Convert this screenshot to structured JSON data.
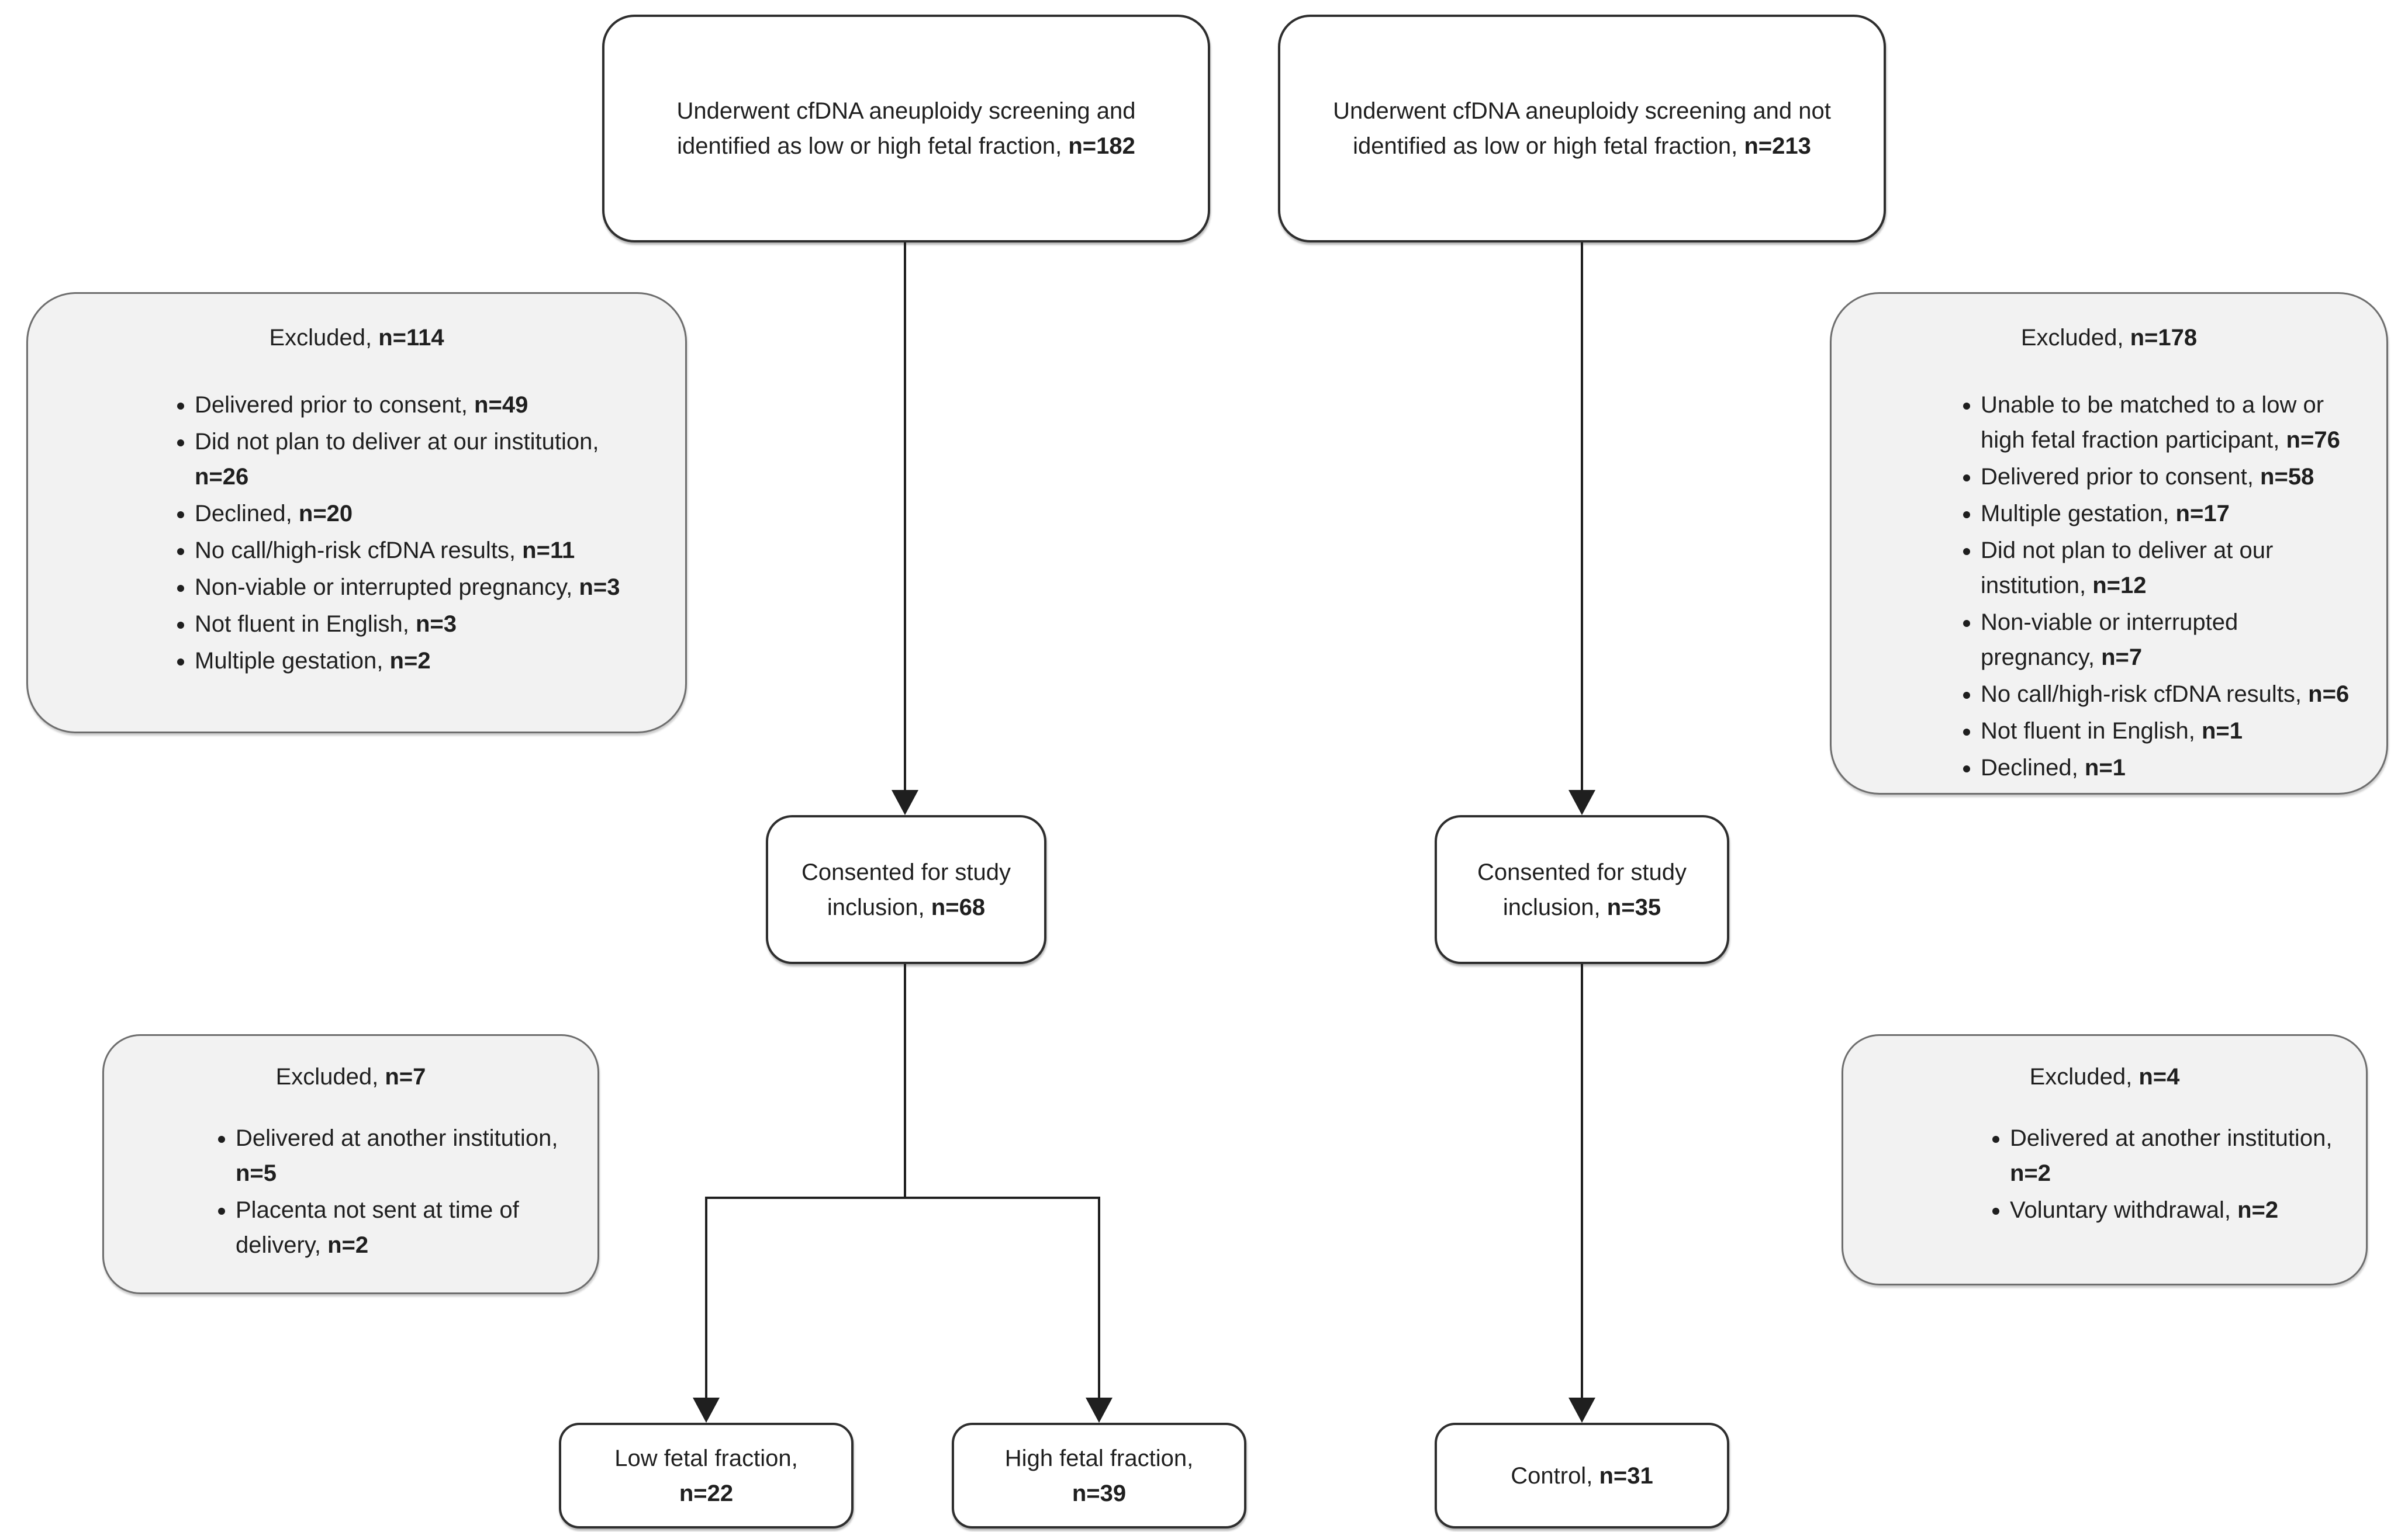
{
  "colors": {
    "box_border_dark": "#2e2e2e",
    "box_border_grey": "#6e6e6e",
    "box_fill_grey": "#f2f2f2",
    "box_fill_white": "#ffffff",
    "text": "#1f1f1f",
    "line": "#1f1f1f"
  },
  "flowchart": {
    "screened_identified": {
      "label": "Underwent cfDNA aneuploidy screening and identified as low or high fetal fraction,",
      "n": "n=182"
    },
    "screened_not_identified": {
      "label": "Underwent cfDNA aneuploidy screening and not identified as low or high fetal fraction,",
      "n": "n=213"
    },
    "excluded_left": {
      "title": {
        "label": "Excluded,",
        "n": "n=114"
      },
      "items": [
        {
          "label": "Delivered prior to consent,",
          "n": "n=49"
        },
        {
          "label": "Did not plan to deliver at our institution,",
          "n": "n=26"
        },
        {
          "label": "Declined,",
          "n": "n=20"
        },
        {
          "label": "No call/high-risk cfDNA results,",
          "n": "n=11"
        },
        {
          "label": "Non-viable or interrupted pregnancy,",
          "n": "n=3"
        },
        {
          "label": "Not fluent in English,",
          "n": "n=3"
        },
        {
          "label": "Multiple gestation,",
          "n": "n=2"
        }
      ]
    },
    "excluded_right": {
      "title": {
        "label": "Excluded,",
        "n": "n=178"
      },
      "items": [
        {
          "label": "Unable to be matched to a low or high fetal fraction participant,",
          "n": "n=76"
        },
        {
          "label": "Delivered prior to consent,",
          "n": "n=58"
        },
        {
          "label": "Multiple gestation,",
          "n": "n=17"
        },
        {
          "label": "Did not plan to deliver at our institution,",
          "n": "n=12"
        },
        {
          "label": "Non-viable or interrupted pregnancy,",
          "n": "n=7"
        },
        {
          "label": "No call/high-risk cfDNA results,",
          "n": "n=6"
        },
        {
          "label": "Not fluent in English,",
          "n": "n=1"
        },
        {
          "label": "Declined,",
          "n": "n=1"
        }
      ]
    },
    "consented_left": {
      "label": "Consented for study inclusion,",
      "n": "n=68"
    },
    "consented_right": {
      "label": "Consented for study inclusion,",
      "n": "n=35"
    },
    "excluded_lower_left": {
      "title": {
        "label": "Excluded,",
        "n": "n=7"
      },
      "items": [
        {
          "label": "Delivered at another institution,",
          "n": "n=5"
        },
        {
          "label": "Placenta not sent at time of delivery,",
          "n": "n=2"
        }
      ]
    },
    "excluded_lower_right": {
      "title": {
        "label": "Excluded,",
        "n": "n=4"
      },
      "items": [
        {
          "label": "Delivered at another institution,",
          "n": "n=2"
        },
        {
          "label": "Voluntary withdrawal,",
          "n": "n=2"
        }
      ]
    },
    "low_fetal_fraction": {
      "label": "Low fetal fraction,",
      "n": "n=22"
    },
    "high_fetal_fraction": {
      "label": "High fetal fraction,",
      "n": "n=39"
    },
    "control": {
      "label": "Control,",
      "n": "n=31"
    }
  }
}
